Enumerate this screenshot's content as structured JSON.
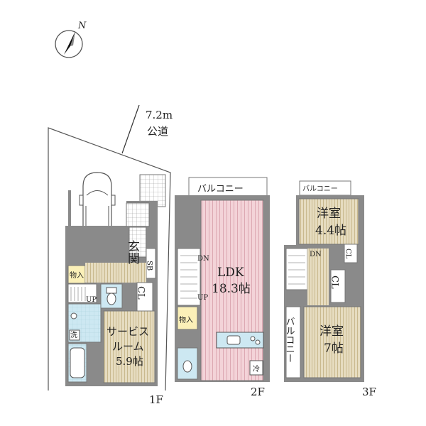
{
  "compass": {
    "north_label": "N"
  },
  "road": {
    "width": "7.2m",
    "type": "公道"
  },
  "floors": {
    "f1": {
      "label": "1F",
      "rooms": {
        "entrance": "玄関",
        "entrance_line2": "関",
        "shoe_box": "SB",
        "storage": "物入",
        "closet": "CL",
        "up": "UP",
        "wash": "洗",
        "service_room": "サービス",
        "service_room_line2": "ルーム",
        "service_room_size": "5.9帖"
      }
    },
    "f2": {
      "label": "2F",
      "rooms": {
        "balcony": "バルコニー",
        "ldk": "LDK",
        "ldk_size": "18.3帖",
        "storage": "物入",
        "dn": "DN",
        "up": "UP",
        "fridge": "冷"
      }
    },
    "f3": {
      "label": "3F",
      "rooms": {
        "balcony_top": "バルコニー",
        "room1": "洋室",
        "room1_size": "4.4帖",
        "closet1": "CL",
        "dn": "DN",
        "closet2": "CL",
        "balcony_side": "バルコニー",
        "room2": "洋室",
        "room2_size": "7帖"
      }
    }
  },
  "colors": {
    "wall": "#8a8a8a",
    "wood_floor": "#e6dcc0",
    "wood_line": "#c9b98e",
    "pink_floor": "#f3d3d8",
    "pink_line": "#dca8b2",
    "tile_blue": "#cde8f2",
    "storage_yellow": "#fbf0b8"
  }
}
